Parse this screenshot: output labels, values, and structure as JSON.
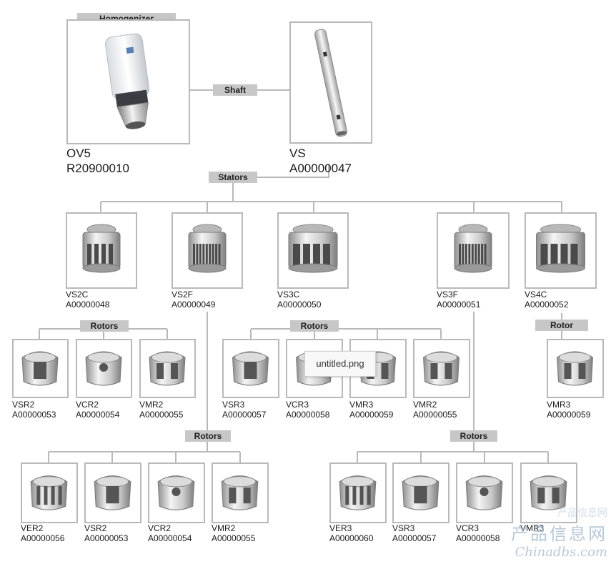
{
  "tags": {
    "homogenizer": "Homogenizer",
    "shaft": "Shaft",
    "stators": "Stators",
    "rotors": "Rotors",
    "rotor": "Rotor"
  },
  "homogenizer": {
    "name": "OV5",
    "code": "R20900010"
  },
  "shaft": {
    "name": "VS",
    "code": "A00000047"
  },
  "stators": [
    {
      "name": "VS2C",
      "code": "A00000048"
    },
    {
      "name": "VS2F",
      "code": "A00000049"
    },
    {
      "name": "VS3C",
      "code": "A00000050"
    },
    {
      "name": "VS3F",
      "code": "A00000051"
    },
    {
      "name": "VS4C",
      "code": "A00000052"
    }
  ],
  "rotors_vs2c": [
    {
      "name": "VSR2",
      "code": "A00000053"
    },
    {
      "name": "VCR2",
      "code": "A00000054"
    },
    {
      "name": "VMR2",
      "code": "A00000055"
    }
  ],
  "rotors_vs3c": [
    {
      "name": "VSR3",
      "code": "A00000057"
    },
    {
      "name": "VCR3",
      "code": "A00000058"
    },
    {
      "name": "VMR3",
      "code": "A00000059"
    },
    {
      "name": "VMR2",
      "code": "A00000055"
    }
  ],
  "rotors_vs4c": [
    {
      "name": "VMR3",
      "code": "A00000059"
    }
  ],
  "rotors_vs2f": [
    {
      "name": "VER2",
      "code": "A00000056"
    },
    {
      "name": "VSR2",
      "code": "A00000053"
    },
    {
      "name": "VCR2",
      "code": "A00000054"
    },
    {
      "name": "VMR2",
      "code": "A00000055"
    }
  ],
  "rotors_vs3f": [
    {
      "name": "VER3",
      "code": "A00000060"
    },
    {
      "name": "VSR3",
      "code": "A00000057"
    },
    {
      "name": "VCR3",
      "code": "A00000058"
    },
    {
      "name": "VMR3",
      "code": ""
    }
  ],
  "tooltip": "untitled.png",
  "watermark": {
    "top": "产品信息网",
    "cn": "产品信息网",
    "en": "Chinadbs.com"
  },
  "colors": {
    "frame": "#b9b9b9",
    "line": "#b9b9b9",
    "tag": "#c7c7c7",
    "metal": "#b0b0b0"
  }
}
